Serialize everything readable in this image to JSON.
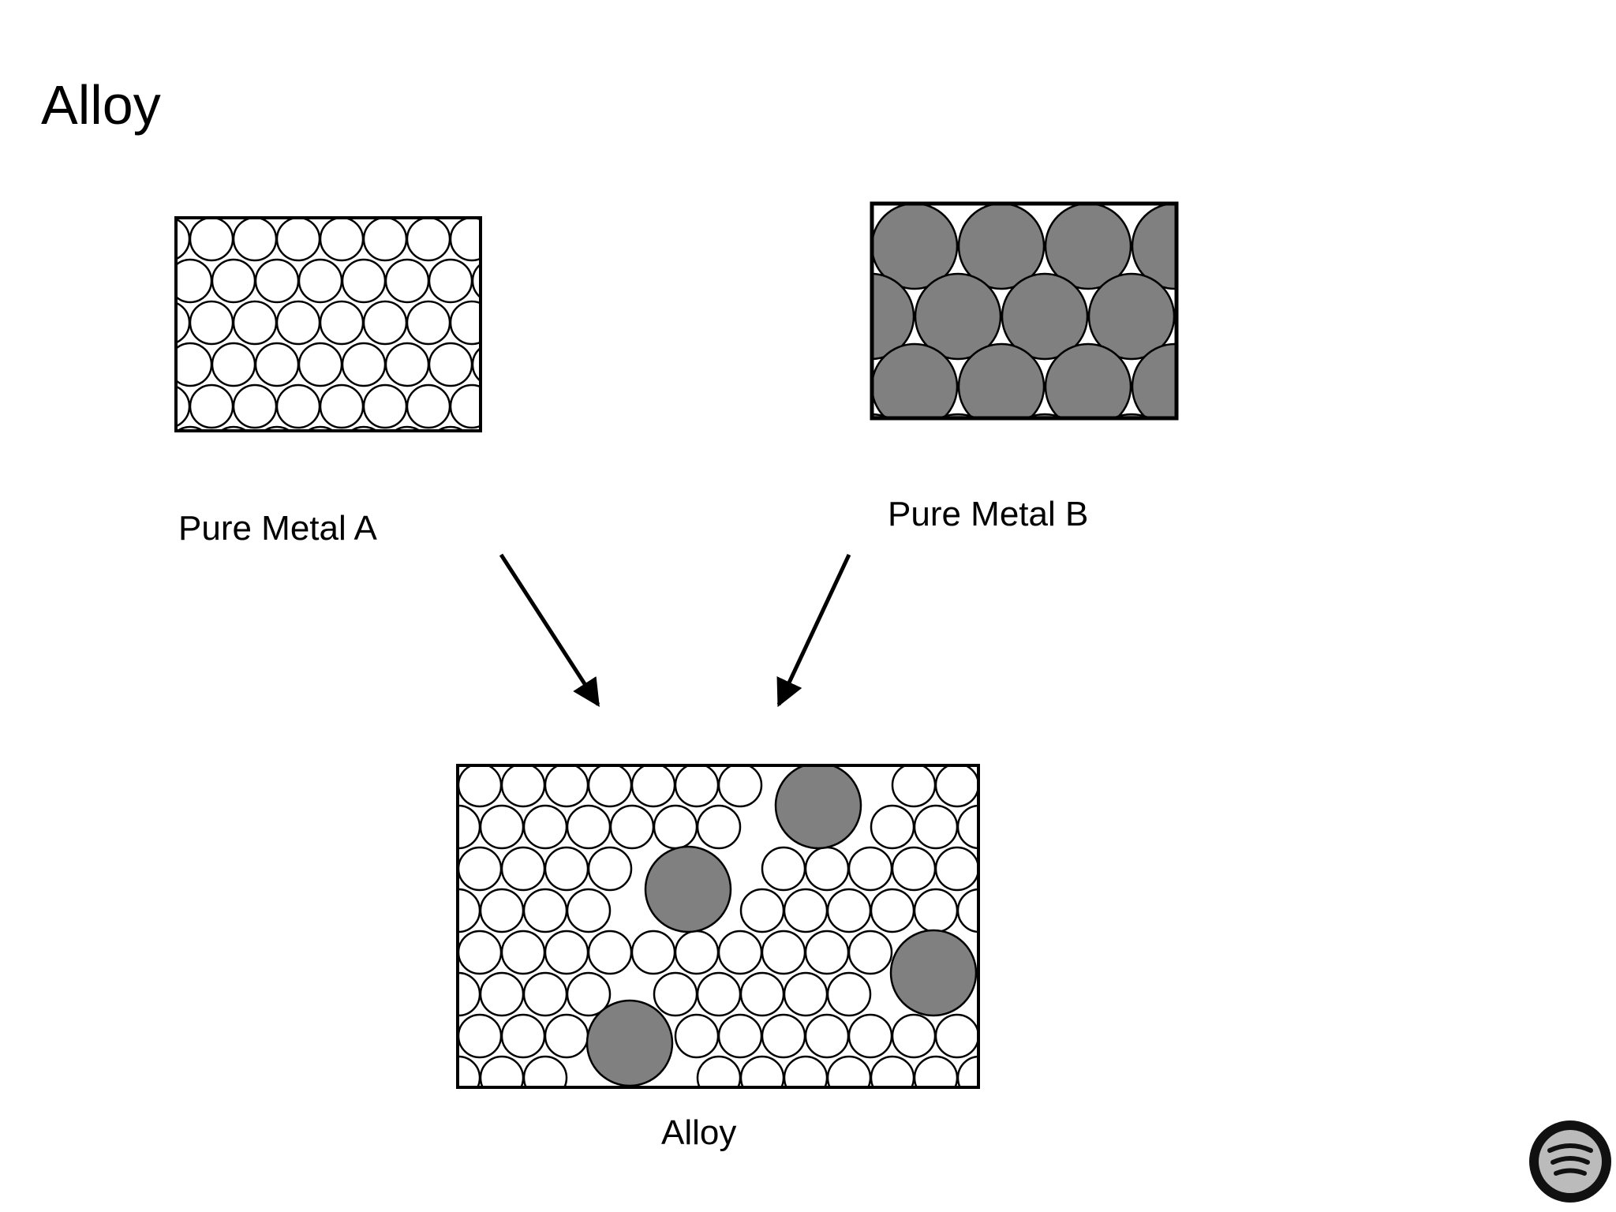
{
  "slide": {
    "title": "Alloy"
  },
  "panels": {
    "metal_a": {
      "label": "Pure Metal A"
    },
    "metal_b": {
      "label": "Pure Metal B"
    },
    "alloy": {
      "label": "Alloy"
    }
  },
  "colors": {
    "atom_a_fill": "#ffffff",
    "atom_b_fill": "#808080",
    "stroke": "#000000",
    "background": "#ffffff"
  },
  "icons": {
    "corner_badge": "speaker-badge-icon"
  }
}
